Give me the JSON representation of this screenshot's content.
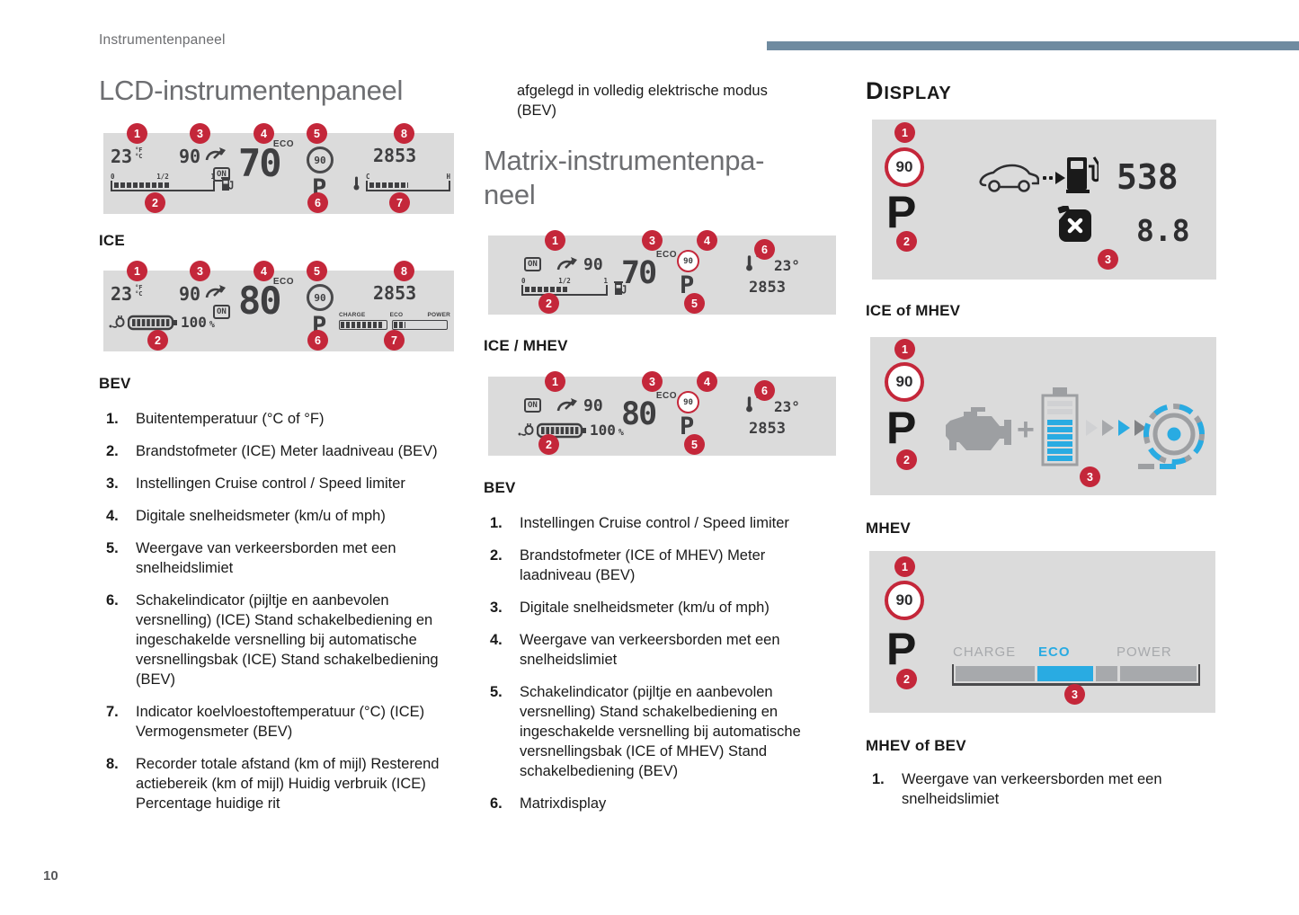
{
  "colors": {
    "accent_red": "#c4273a",
    "accent_blue": "#29abe2",
    "header_bar_blue": "#6f8ba0",
    "panel_gray": "#dbdbdb",
    "segment_dark": "#3f3f41",
    "title_gray": "#6d6e71"
  },
  "icons": {
    "cruise": "cruise-control-icon",
    "fuel_pump": "fuel-pump-icon",
    "battery": "battery-icon",
    "plug": "charging-plug-icon",
    "thermometer": "thermometer-icon",
    "speed_limit": "speed-limit-sign",
    "car": "car-icon",
    "fuel_can": "fuel-can-icon",
    "engine": "engine-icon",
    "wheel": "wheel-icon"
  },
  "page": {
    "header": "Instrumentenpaneel",
    "page_number": "10"
  },
  "badges": {
    "n1": "1",
    "n2": "2",
    "n3": "3",
    "n4": "4",
    "n5": "5",
    "n6": "6",
    "n7": "7",
    "n8": "8"
  },
  "left": {
    "title": "LCD-instrumentenpaneel",
    "ice_label": "ICE",
    "bev_label": "BEV",
    "lcd": {
      "outside_temp": "23",
      "deg_f": "°F",
      "deg_c": "°C",
      "cruise_speed": "90",
      "on_label": "ON",
      "fuel_tick_0": "0",
      "fuel_tick_half": "1/2",
      "fuel_tick_1": "1",
      "eco_label": "ECO",
      "speed_ice": "70",
      "speed_bev": "80",
      "sign_speed": "90",
      "gear": "P",
      "odometer": "2853",
      "coolant_c": "C",
      "coolant_h": "H",
      "battery_pct": "100",
      "pct_sign": "%",
      "meter_charge": "CHARGE",
      "meter_eco": "ECO",
      "meter_power": "POWER"
    },
    "items": [
      {
        "num": "1.",
        "text": "Buitentemperatuur (°C of °F)"
      },
      {
        "num": "2.",
        "text": "Brandstofmeter (ICE) Meter laadniveau (BEV)"
      },
      {
        "num": "3.",
        "text": "Instellingen Cruise control / Speed limiter"
      },
      {
        "num": "4.",
        "text": "Digitale snelheidsmeter (km/u of mph)"
      },
      {
        "num": "5.",
        "text": "Weergave van verkeersborden met een snelheidslimiet"
      },
      {
        "num": "6.",
        "text": "Schakelindicator (pijltje en aanbevolen versnelling) (ICE) Stand schakelbediening en ingeschakelde versnelling bij automatische versnellingsbak (ICE) Stand schakelbediening (BEV)"
      },
      {
        "num": "7.",
        "text": "Indicator koelvloestoftemperatuur (°C) (ICE) Vermogensmeter (BEV)"
      },
      {
        "num": "8.",
        "text": "Recorder totale afstand (km of mijl) Resterend actiebereik (km of mijl) Huidig verbruik (ICE) Percentage huidige rit"
      }
    ]
  },
  "middle": {
    "intro_line1": "afgelegd in volledig elektrische modus",
    "intro_line2": "(BEV)",
    "title_line1": "Matrix-instrumentenpa-",
    "title_line2": "neel",
    "ice_mhev_label": "ICE / MHEV",
    "bev_label": "BEV",
    "matrix": {
      "on_label": "ON",
      "cruise_speed": "90",
      "fuel_tick_0": "0",
      "fuel_tick_half": "1/2",
      "fuel_tick_1": "1",
      "eco_label": "ECO",
      "speed_ice": "70",
      "speed_bev": "80",
      "sign_speed": "90",
      "gear": "P",
      "deg_sign": "°",
      "outside_temp": "23°",
      "odometer": "2853",
      "battery_pct": "100",
      "pct_sign": "%"
    },
    "items": [
      {
        "num": "1.",
        "text": "Instellingen Cruise control / Speed limiter"
      },
      {
        "num": "2.",
        "text": "Brandstofmeter (ICE of MHEV) Meter laadniveau (BEV)"
      },
      {
        "num": "3.",
        "text": "Digitale snelheidsmeter (km/u of mph)"
      },
      {
        "num": "4.",
        "text": "Weergave van verkeersborden met een snelheidslimiet"
      },
      {
        "num": "5.",
        "text": "Schakelindicator (pijltje en aanbevolen versnelling) Stand schakelbediening en ingeschakelde versnelling bij automatische versnellingsbak (ICE of MHEV) Stand schakelbediening (BEV)"
      },
      {
        "num": "6.",
        "text": "Matrixdisplay"
      }
    ]
  },
  "right": {
    "title": "Display",
    "ice_mhev_label": "ICE of MHEV",
    "mhev_label": "MHEV",
    "mhev_bev_label": "MHEV of BEV",
    "display": {
      "sign_speed": "90",
      "gear": "P",
      "range": "538",
      "consumption": "8.8",
      "plus_sign": "+",
      "meter_charge": "CHARGE",
      "meter_eco": "ECO",
      "meter_power": "POWER"
    },
    "items": [
      {
        "num": "1.",
        "text": "Weergave van verkeersborden met een snelheidslimiet"
      }
    ]
  }
}
